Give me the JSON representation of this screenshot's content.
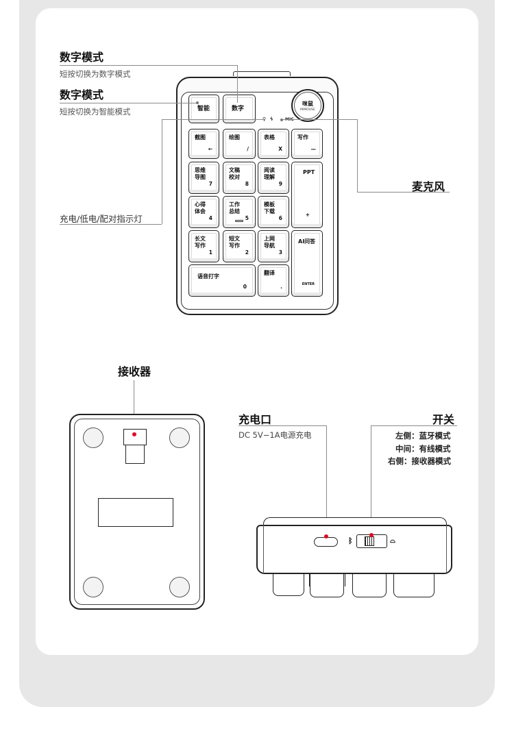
{
  "callouts": {
    "top1_title": "数字模式",
    "top1_sub": "短按切换为数字模式",
    "top2_title": "数字模式",
    "top2_sub": "短按切换为智能模式",
    "charge_led": "充电/低电/配对指示灯",
    "mic": "麦克风",
    "receiver": "接收器",
    "charge_port_title": "充电口",
    "charge_port_sub": "DC 5V−1A电源充电",
    "switch_title": "开关",
    "switch_left": "左侧：蓝牙模式",
    "switch_mid": "中间：有线模式",
    "switch_right": "右侧：接收器模式"
  },
  "keypad": {
    "knob_logo": "咪鼠",
    "knob_sub": "MIMOUSE",
    "indicator_mic": "MIC",
    "keys": [
      {
        "top": "智能",
        "sub": ""
      },
      {
        "top": "数字",
        "sub": ""
      },
      {
        "top": "截图",
        "sub": "←"
      },
      {
        "top": "绘图",
        "sub": "/"
      },
      {
        "top": "表格",
        "sub": "X"
      },
      {
        "top": "写作",
        "sub": "—"
      },
      {
        "top": "思维\n导图",
        "sub": "7"
      },
      {
        "top": "文稿\n校对",
        "sub": "8"
      },
      {
        "top": "阅读\n理解",
        "sub": "9"
      },
      {
        "top": "PPT",
        "sub": "+"
      },
      {
        "top": "心得\n体会",
        "sub": "4"
      },
      {
        "top": "工作\n总结",
        "sub": "5"
      },
      {
        "top": "模板\n下载",
        "sub": "6"
      },
      {
        "top": "长文\n写作",
        "sub": "1"
      },
      {
        "top": "短文\n写作",
        "sub": "2"
      },
      {
        "top": "上网\n导航",
        "sub": "3"
      },
      {
        "top": "AI问答",
        "sub": "ENTER"
      },
      {
        "top": "语音打字",
        "sub": "0"
      },
      {
        "top": "翻译",
        "sub": "."
      }
    ]
  },
  "switch_icons": {
    "left": "bluetooth-icon",
    "right": "receiver-icon"
  },
  "colors": {
    "accent_dot": "#e10b25",
    "background": "#e7e7e7",
    "card": "#ffffff"
  }
}
